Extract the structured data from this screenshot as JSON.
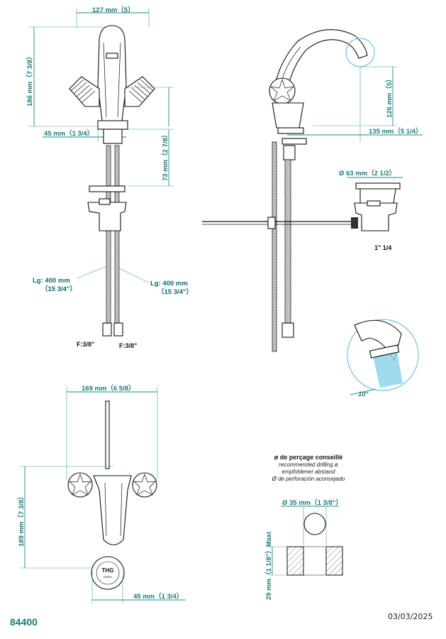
{
  "colors": {
    "dimension": "#1a7a78",
    "highlight": "#8fd3ea"
  },
  "front_view": {
    "width_top": "127 mm（5）",
    "height_body": "186 mm（7 3/8）",
    "base_width": "45 mm（1 3/4）",
    "shank_height": "73 mm（2 7/8）",
    "hose_left": "Lg: 400 mm",
    "hose_left_in": "（15 3/4\"）",
    "hose_right": "Lg: 400 mm",
    "hose_right_in": "（15 3/4\"）",
    "conn_left": "F:3/8\"",
    "conn_right": "F:3/8\""
  },
  "side_view": {
    "spout_height": "126 mm（5）",
    "spout_reach": "135 mm（5 1/4）",
    "waste_diameter": "Ø  63 mm（2 1/2）",
    "waste_thread": "1\" 1/4"
  },
  "detail": {
    "angle": "10°"
  },
  "top_view": {
    "width": "169 mm（6 5/8）",
    "depth": "189 mm（7 3/8）",
    "offset": "45 mm（1 3/4）",
    "logo": "THG",
    "logo_sub": "PARIS"
  },
  "drilling": {
    "title": "ø de perçage conseillé",
    "en": "recommended drilling ø",
    "de": "empfohlener abstand",
    "es": "Ø de perforación aconsejado",
    "diameter": "Ø  35 mm（1 3/8\"）",
    "thickness": "29 mm（1 1/8\"）Maxi"
  },
  "footer": {
    "reference": "84400",
    "date": "03/03/2025"
  }
}
